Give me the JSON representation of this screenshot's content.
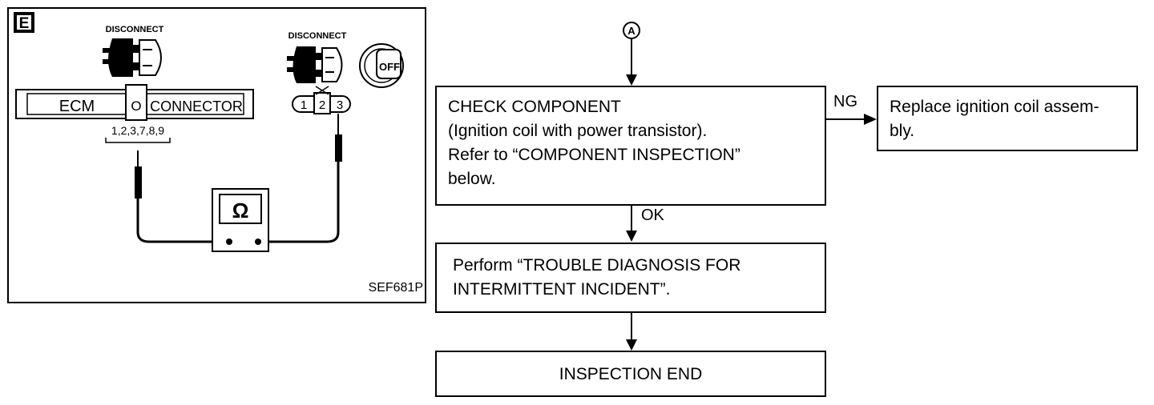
{
  "illustration": {
    "badge": "E",
    "ecm_disconnect_label": "DISCONNECT",
    "coil_disconnect_label": "DISCONNECT",
    "ecm_label": "ECM",
    "ecm_terminal": "O",
    "connector_label": "CONNECTOR",
    "ecm_pins": "1,2,3,7,8,9",
    "coil_pins": [
      "1",
      "2",
      "3"
    ],
    "ohm_symbol": "Ω",
    "ignition_key_label": "OFF",
    "figure_code": "SEF681P"
  },
  "flowchart": {
    "start_marker": "A",
    "check_component": {
      "lines": [
        "CHECK COMPONENT",
        "(Ignition coil with power transistor).",
        "Refer to “COMPONENT INSPECTION”",
        "below."
      ]
    },
    "ng_label": "NG",
    "replace": {
      "lines": [
        "Replace ignition coil assem-",
        "bly."
      ]
    },
    "ok_label": "OK",
    "perform": {
      "lines": [
        "Perform “TROUBLE DIAGNOSIS FOR",
        "INTERMITTENT INCIDENT”."
      ]
    },
    "end": {
      "label": "INSPECTION END"
    }
  }
}
